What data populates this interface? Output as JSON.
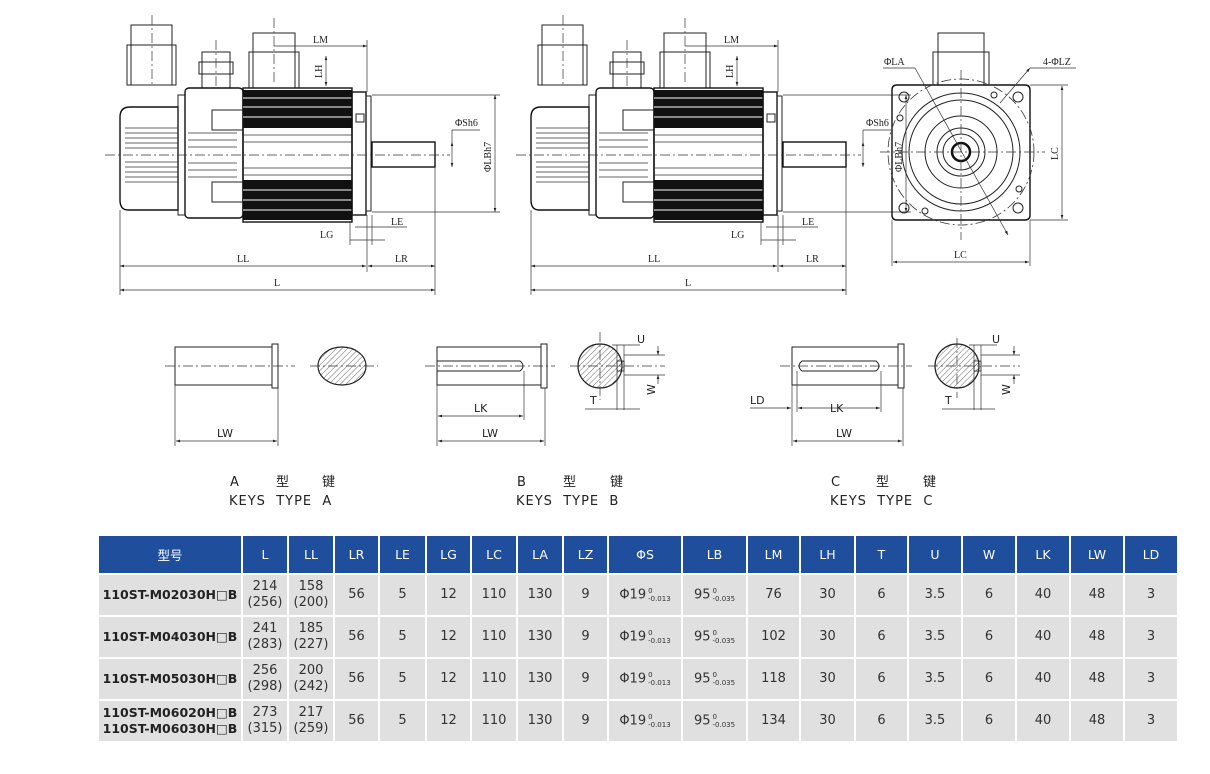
{
  "drawing": {
    "side_view_labels": {
      "LM": "LM",
      "LH": "LH",
      "Sh6": "ΦSh6",
      "LBh7": "ΦLBh7",
      "LE": "LE",
      "LG": "LG",
      "LL": "LL",
      "LR": "LR",
      "L": "L"
    },
    "front_view_labels": {
      "LA": "ΦLA",
      "LZ": "4-ΦLZ",
      "LC_v": "LC",
      "LC_h": "LC"
    },
    "keys": [
      {
        "letter": "A",
        "type_cn": "型",
        "key_cn": "键",
        "caption": "KEYS  TYPE  A",
        "LW": "LW"
      },
      {
        "letter": "B",
        "type_cn": "型",
        "key_cn": "键",
        "caption": "KEYS  TYPE  B",
        "LW": "LW",
        "LK": "LK",
        "U": "U",
        "W": "W",
        "T": "T"
      },
      {
        "letter": "C",
        "type_cn": "型",
        "key_cn": "键",
        "caption": "KEYS  TYPE  C",
        "LW": "LW",
        "LK": "LK",
        "LD": "LD",
        "U": "U",
        "W": "W",
        "T": "T"
      }
    ]
  },
  "table": {
    "header_color": "#1f4e9d",
    "headers": [
      "型号",
      "L",
      "LL",
      "LR",
      "LE",
      "LG",
      "LC",
      "LA",
      "LZ",
      "ΦS",
      "LB",
      "LM",
      "LH",
      "T",
      "U",
      "W",
      "LK",
      "LW",
      "LD"
    ],
    "rows": [
      {
        "model": [
          "110ST-M02030H□B"
        ],
        "L": [
          "214",
          "(256)"
        ],
        "LL": [
          "158",
          "(200)"
        ],
        "LR": "56",
        "LE": "5",
        "LG": "12",
        "LC": "110",
        "LA": "130",
        "LZ": "9",
        "PhiS": {
          "base": "Φ19",
          "upper": "0",
          "lower": "-0.013"
        },
        "LB": {
          "base": "95",
          "upper": "0",
          "lower": "-0.035"
        },
        "LM": "76",
        "LH": "30",
        "T": "6",
        "U": "3.5",
        "W": "6",
        "LK": "40",
        "LW": "48",
        "LD": "3"
      },
      {
        "model": [
          "110ST-M04030H□B"
        ],
        "L": [
          "241",
          "(283)"
        ],
        "LL": [
          "185",
          "(227)"
        ],
        "LR": "56",
        "LE": "5",
        "LG": "12",
        "LC": "110",
        "LA": "130",
        "LZ": "9",
        "PhiS": {
          "base": "Φ19",
          "upper": "0",
          "lower": "-0.013"
        },
        "LB": {
          "base": "95",
          "upper": "0",
          "lower": "-0.035"
        },
        "LM": "102",
        "LH": "30",
        "T": "6",
        "U": "3.5",
        "W": "6",
        "LK": "40",
        "LW": "48",
        "LD": "3"
      },
      {
        "model": [
          "110ST-M05030H□B"
        ],
        "L": [
          "256",
          "(298)"
        ],
        "LL": [
          "200",
          "(242)"
        ],
        "LR": "56",
        "LE": "5",
        "LG": "12",
        "LC": "110",
        "LA": "130",
        "LZ": "9",
        "PhiS": {
          "base": "Φ19",
          "upper": "0",
          "lower": "-0.013"
        },
        "LB": {
          "base": "95",
          "upper": "0",
          "lower": "-0.035"
        },
        "LM": "118",
        "LH": "30",
        "T": "6",
        "U": "3.5",
        "W": "6",
        "LK": "40",
        "LW": "48",
        "LD": "3"
      },
      {
        "model": [
          "110ST-M06020H□B",
          "110ST-M06030H□B"
        ],
        "L": [
          "273",
          "(315)"
        ],
        "LL": [
          "217",
          "(259)"
        ],
        "LR": "56",
        "LE": "5",
        "LG": "12",
        "LC": "110",
        "LA": "130",
        "LZ": "9",
        "PhiS": {
          "base": "Φ19",
          "upper": "0",
          "lower": "-0.013"
        },
        "LB": {
          "base": "95",
          "upper": "0",
          "lower": "-0.035"
        },
        "LM": "134",
        "LH": "30",
        "T": "6",
        "U": "3.5",
        "W": "6",
        "LK": "40",
        "LW": "48",
        "LD": "3"
      }
    ]
  }
}
